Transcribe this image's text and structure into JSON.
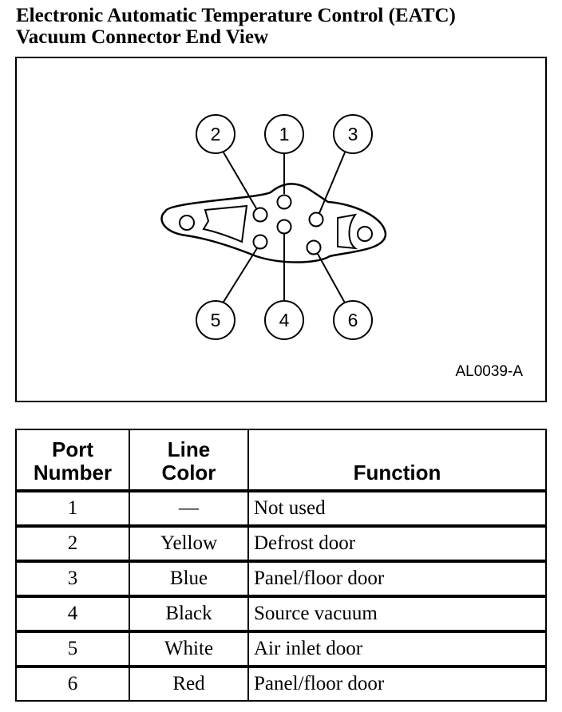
{
  "title": {
    "line1": "Electronic Automatic Temperature Control (EATC)",
    "line2": "Vacuum Connector End View"
  },
  "diagram": {
    "port_labels": [
      "1",
      "2",
      "3",
      "4",
      "5",
      "6"
    ],
    "figure_id": "AL0039-A"
  },
  "table": {
    "headers": {
      "port": [
        "Port",
        "Number"
      ],
      "color": [
        "Line",
        "Color"
      ],
      "function": "Function"
    },
    "rows": [
      {
        "port": "1",
        "color": "—",
        "function": "Not used"
      },
      {
        "port": "2",
        "color": "Yellow",
        "function": "Defrost door"
      },
      {
        "port": "3",
        "color": "Blue",
        "function": "Panel/floor door"
      },
      {
        "port": "4",
        "color": "Black",
        "function": "Source vacuum"
      },
      {
        "port": "5",
        "color": "White",
        "function": "Air inlet door"
      },
      {
        "port": "6",
        "color": "Red",
        "function": "Panel/floor door"
      }
    ]
  }
}
